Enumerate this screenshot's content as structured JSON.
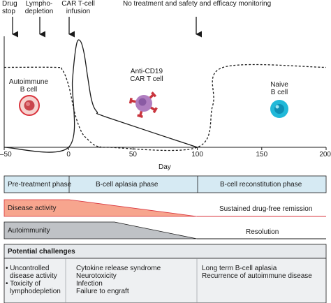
{
  "events": {
    "drug_stop": [
      "Drug",
      "stop"
    ],
    "lymphodepletion": [
      "Lympho-",
      "depletion"
    ],
    "car_t_infusion": [
      "CAR T-cell",
      "infusion"
    ],
    "monitoring": "No treatment and safety and efficacy monitoring"
  },
  "cells": {
    "autoimmune": [
      "Autoimmune",
      "B cell"
    ],
    "car_t": [
      "Anti-CD19",
      "CAR T cell"
    ],
    "naive": [
      "Naive",
      "B cell"
    ]
  },
  "colors": {
    "autoimmune_ring": "#d9343d",
    "autoimmune_fill": "#f6d3d0",
    "car_t": "#b07ec0",
    "car_t_receptor": "#c9343d",
    "naive": "#21b9d9",
    "disease_fill": "#f7a58e",
    "disease_line": "#d9343d",
    "autoimmunity_fill": "#bfc2c6",
    "phase_header_fill": "#d6eaf3",
    "challenges_header_fill": "#e6e9ec",
    "challenges_body_fill": "#eef0f2"
  },
  "chart_data": {
    "type": "line",
    "xlabel": "Day",
    "xlim": [
      -50,
      200
    ],
    "ticks": [
      -50,
      0,
      50,
      100,
      150,
      200
    ],
    "tick_labels": [
      "–50",
      "0",
      "50",
      "100",
      "150",
      "200"
    ],
    "series": [
      {
        "style": "solid",
        "x": [
          -50,
          0,
          3,
          6,
          9,
          12,
          15,
          18,
          22,
          30,
          100
        ],
        "y": [
          0,
          0,
          0.6,
          0.92,
          0.96,
          0.85,
          0.62,
          0.42,
          0.32,
          0.27,
          0
        ]
      },
      {
        "style": "dashed",
        "x": [
          -50,
          -10,
          -5,
          0,
          5,
          10,
          15,
          20,
          25,
          30,
          100,
          112,
          120,
          200
        ],
        "y": [
          0.72,
          0.72,
          0.7,
          0.56,
          0.3,
          0.14,
          0.07,
          0.02,
          0.003,
          0,
          0,
          0.38,
          0.72,
          0.72
        ]
      }
    ]
  },
  "phases": {
    "pre": "Pre-treatment phase",
    "aplasia": "B-cell aplasia phase",
    "reconstitution": "B-cell reconstitution phase"
  },
  "bars": {
    "disease_activity": "Disease activity",
    "remission": "Sustained drug-free remission",
    "autoimmunity": "Autoimmunity",
    "resolution": "Resolution"
  },
  "challenges": {
    "title": "Potential challenges",
    "pre": [
      "• Uncontrolled",
      "  disease activity",
      "• Toxicity of",
      "  lymphodepletion"
    ],
    "aplasia": [
      "Cytokine release syndrome",
      "Neurotoxicity",
      "Infection",
      "Failure to engraft"
    ],
    "reconstitution": [
      "Long term B-cell aplasia",
      "Recurrence of autoimmune disease"
    ]
  }
}
